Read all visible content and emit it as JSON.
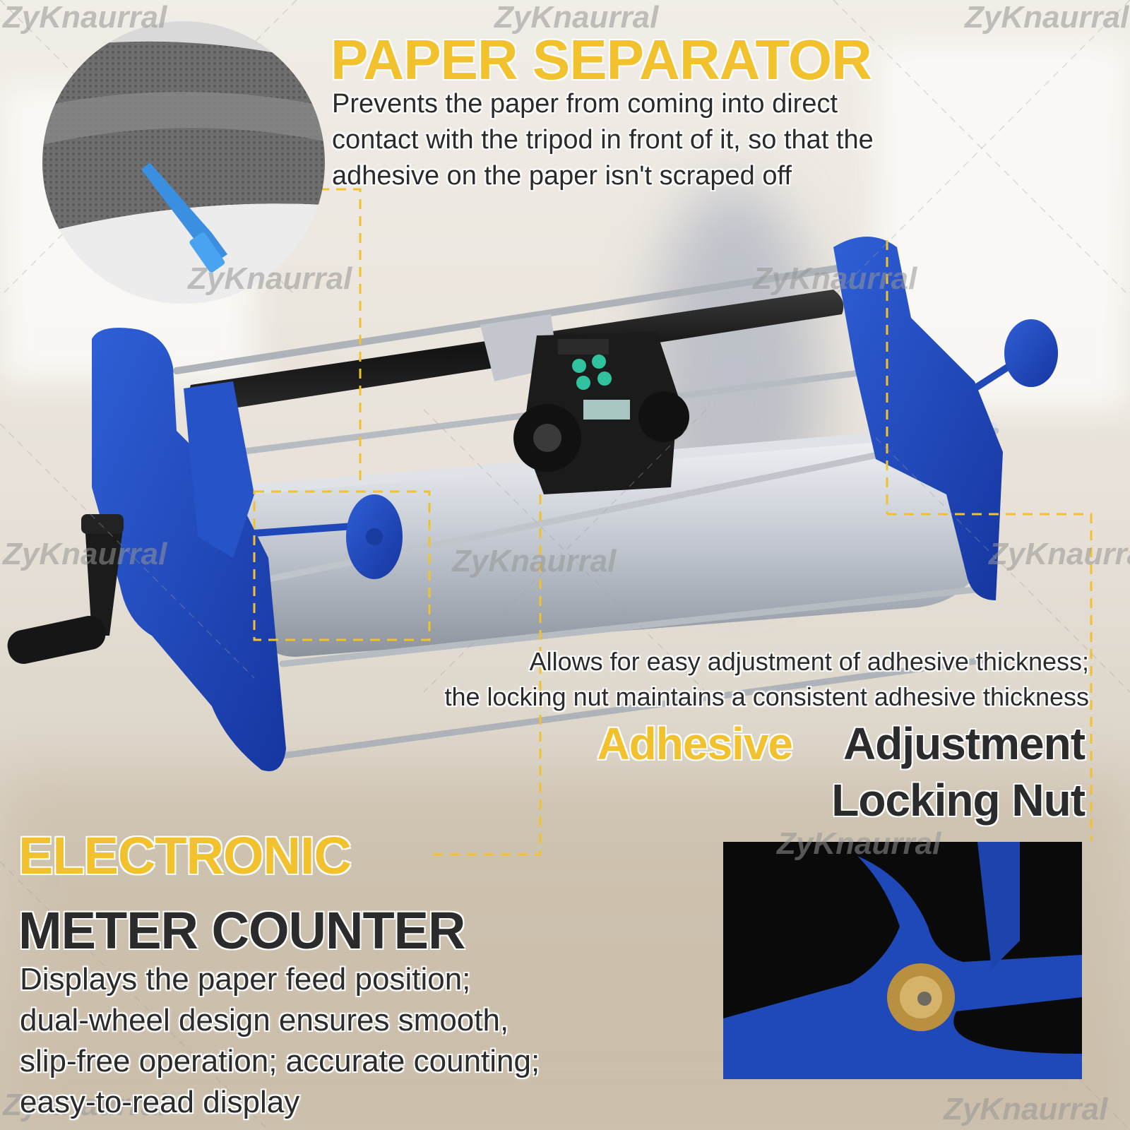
{
  "watermark": "ZyKnaurral",
  "colors": {
    "accent_yellow": "#f2c12e",
    "machine_blue": "#1f49b8",
    "text_dark": "#2b2b2b"
  },
  "paper_separator": {
    "title": "PAPER SEPARATOR",
    "lines": [
      "Prevents the paper from coming into direct",
      "contact with the tripod in front of it, so that the",
      "adhesive on the paper isn't scraped off"
    ]
  },
  "adhesive_adjustment": {
    "lines": [
      "Allows for easy adjustment of adhesive thickness;",
      "the locking nut maintains a consistent adhesive thickness"
    ],
    "title_yellow": "Adhesive",
    "title_dark_1": "Adjustment",
    "title_dark_2": "Locking Nut"
  },
  "meter_counter": {
    "title_yellow": "ELECTRONIC",
    "title_dark": "METER COUNTER",
    "lines": [
      "Displays the paper feed position;",
      "dual-wheel design ensures smooth,",
      "slip-free operation; accurate counting;",
      "easy-to-read display"
    ]
  }
}
